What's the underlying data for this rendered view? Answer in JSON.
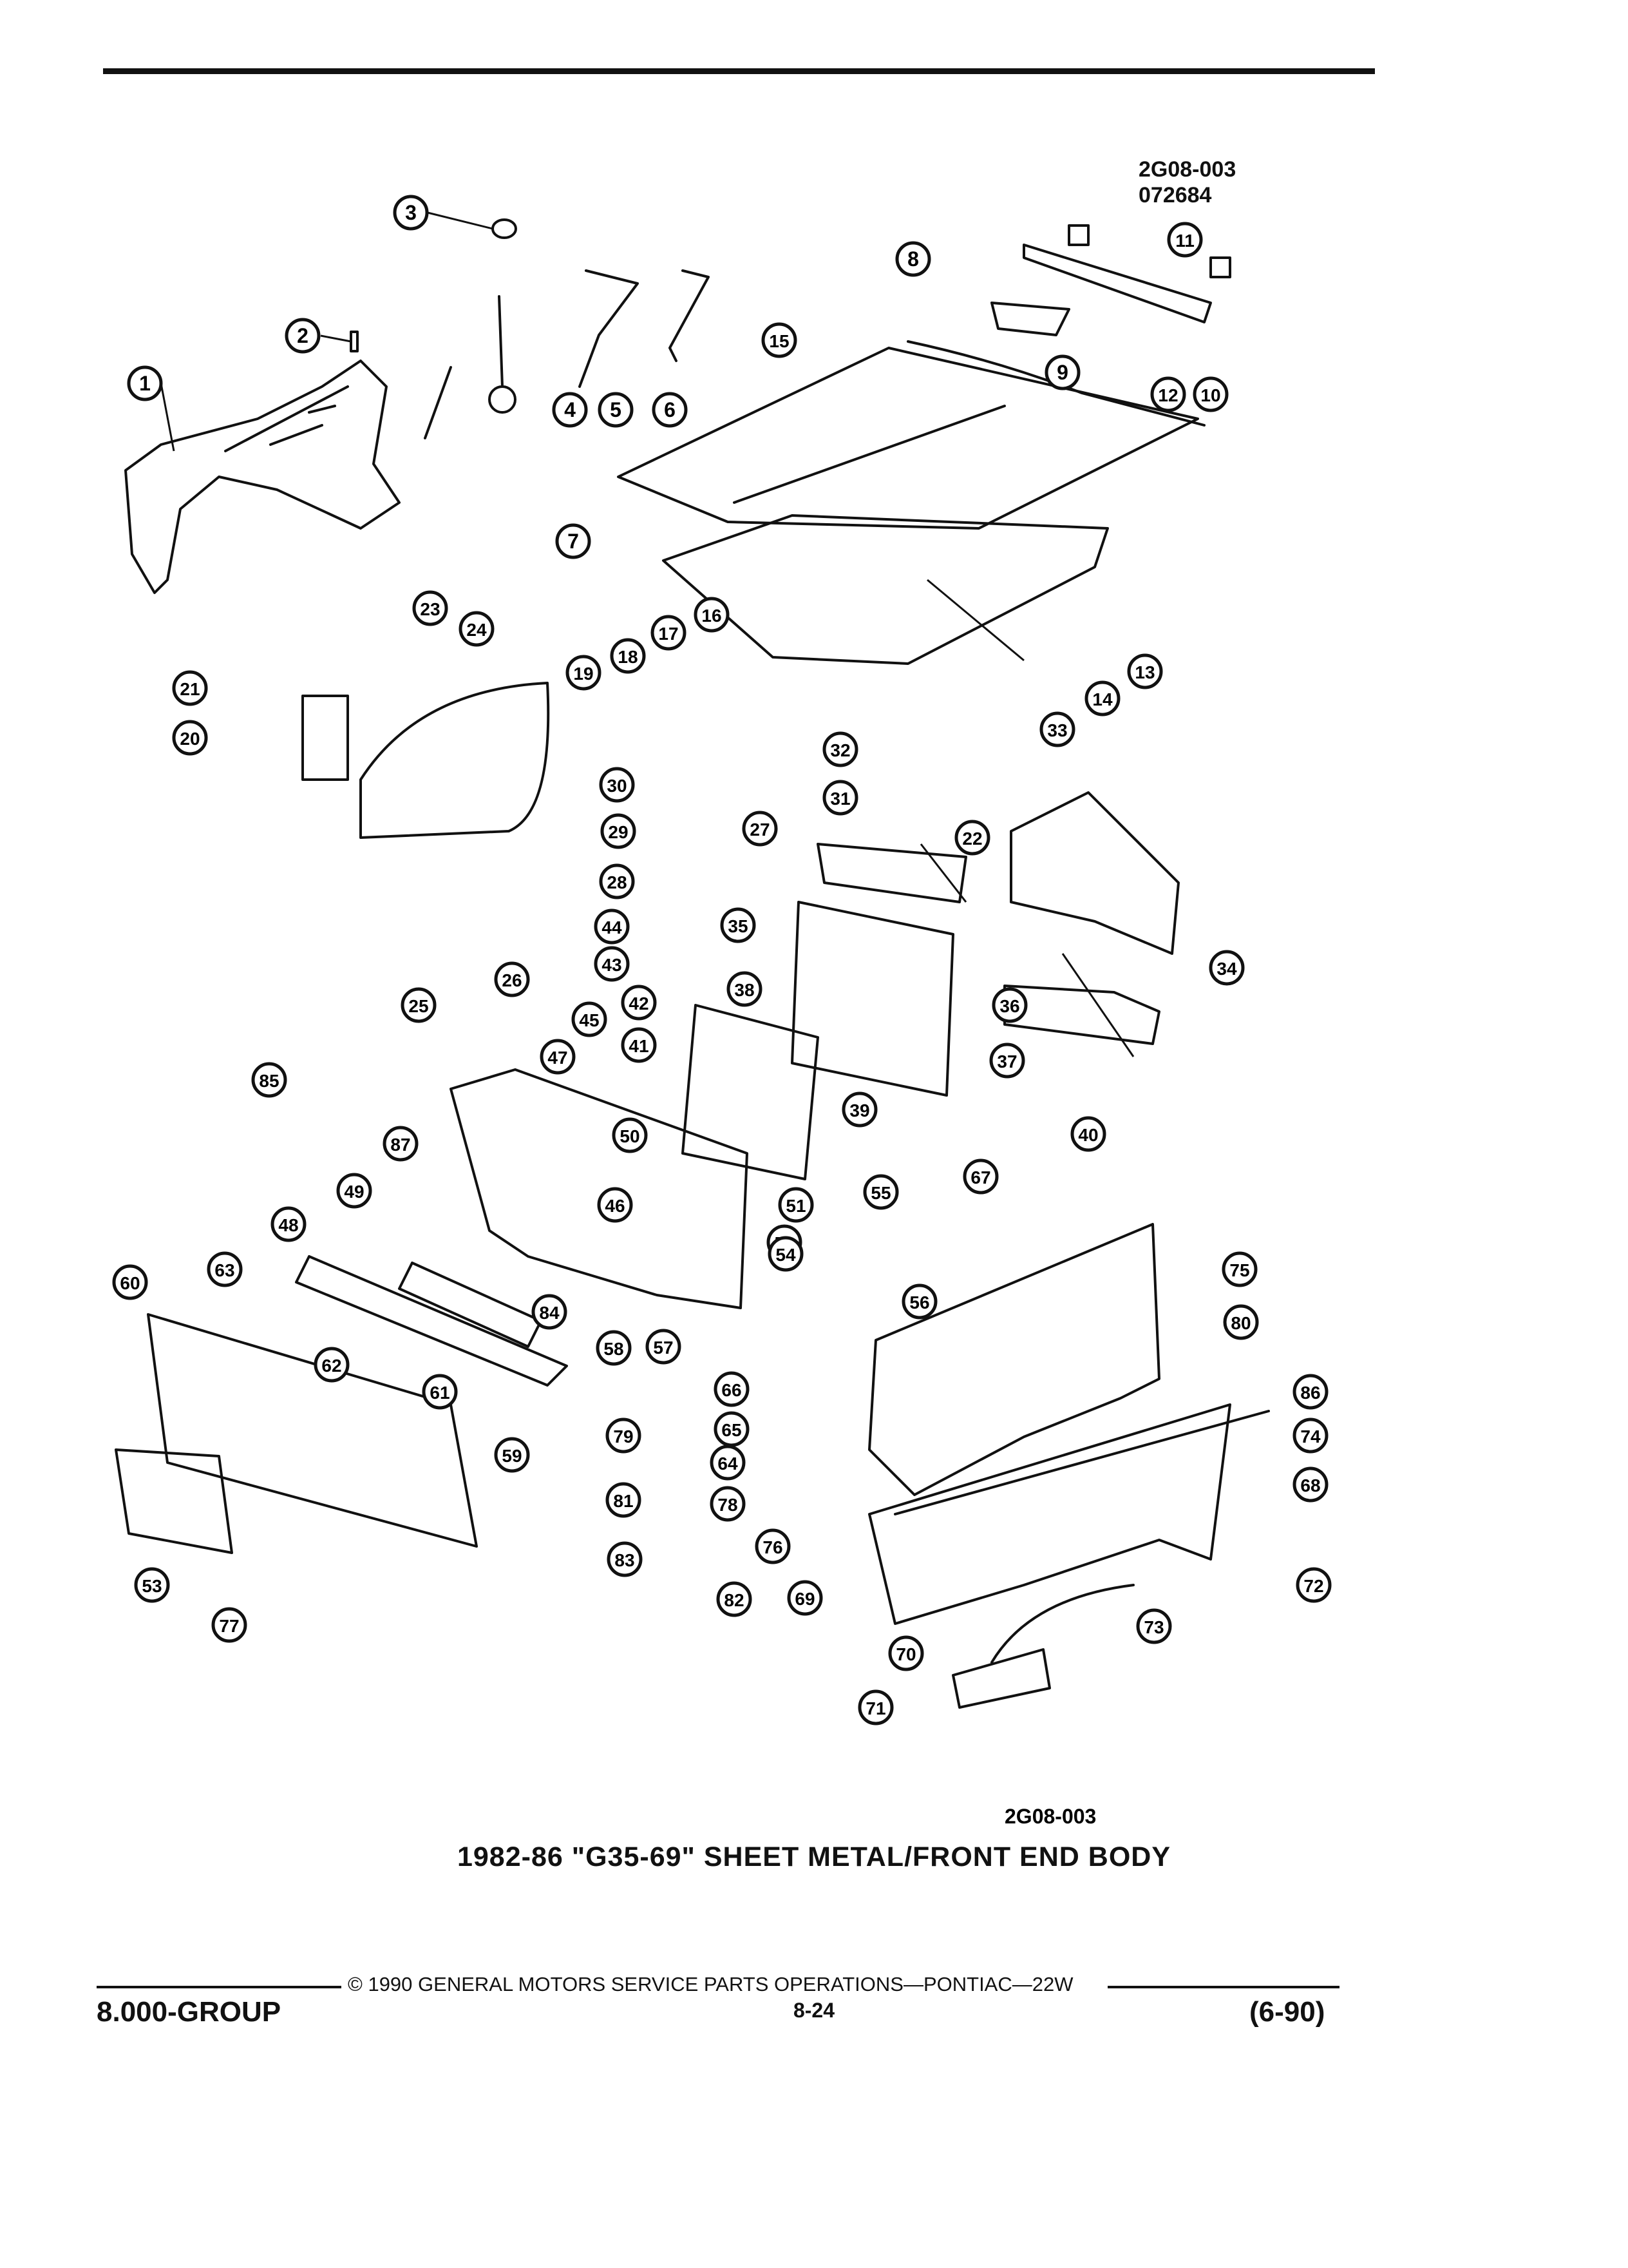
{
  "header": {
    "code": "2G08-003",
    "date_code": "072684"
  },
  "diagram": {
    "callouts": [
      "1",
      "2",
      "3",
      "4",
      "5",
      "6",
      "7",
      "8",
      "9",
      "10",
      "11",
      "12",
      "13",
      "14",
      "15",
      "16",
      "17",
      "18",
      "19",
      "20",
      "21",
      "22",
      "23",
      "24",
      "25",
      "26",
      "27",
      "28",
      "29",
      "30",
      "31",
      "32",
      "33",
      "34",
      "35",
      "36",
      "37",
      "38",
      "39",
      "40",
      "41",
      "42",
      "43",
      "44",
      "45",
      "46",
      "47",
      "48",
      "49",
      "50",
      "51",
      "52",
      "53",
      "54",
      "55",
      "56",
      "57",
      "58",
      "59",
      "60",
      "61",
      "62",
      "63",
      "64",
      "65",
      "66",
      "67",
      "68",
      "69",
      "70",
      "71",
      "72",
      "73",
      "74",
      "75",
      "76",
      "77",
      "78",
      "79",
      "80",
      "81",
      "82",
      "83",
      "84",
      "85",
      "86",
      "87"
    ],
    "figure_code": "2G08-003",
    "caption": "1982-86 \"G35-69\" SHEET METAL/FRONT END BODY"
  },
  "footer": {
    "copyright": "© 1990 GENERAL MOTORS SERVICE PARTS OPERATIONS—PONTIAC—22W",
    "group": "8.000-GROUP",
    "page": "8-24",
    "revision": "(6-90)"
  }
}
